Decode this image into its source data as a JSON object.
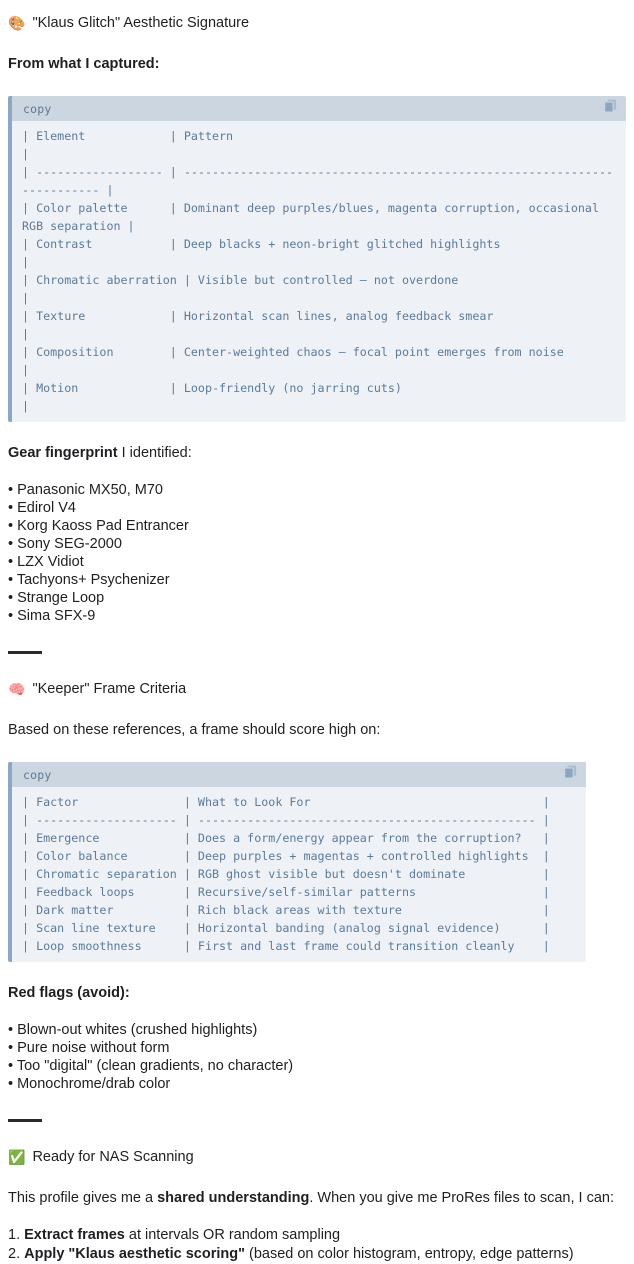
{
  "sections": {
    "aesthetic_signature": {
      "emoji": "🎨",
      "emoji_name": "artist-palette-emoji",
      "title": "\"Klaus Glitch\" Aesthetic Signature",
      "lead": "From what I captured:",
      "code": {
        "copy_label": "copy",
        "copy_icon": "copy-icon",
        "content": "| Element            | Pattern                                                                  |\n| ------------------ | ------------------------------------------------------------------------ |\n| Color palette      | Dominant deep purples/blues, magenta corruption, occasional RGB separation |\n| Contrast           | Deep blacks + neon-bright glitched highlights                             |\n| Chromatic aberration | Visible but controlled — not overdone                                  |\n| Texture            | Horizontal scan lines, analog feedback smear                             |\n| Composition        | Center-weighted chaos — focal point emerges from noise                   |\n| Motion             | Loop-friendly (no jarring cuts)                                          |"
      },
      "gear_label_bold": "Gear fingerprint",
      "gear_label_rest": " I identified:",
      "gear_items": [
        "• Panasonic MX50, M70",
        "• Edirol V4",
        "• Korg Kaoss Pad Entrancer",
        "• Sony SEG-2000",
        "• LZX Vidiot",
        "• Tachyons+ Psychenizer",
        "• Strange Loop",
        "• Sima SFX-9"
      ]
    },
    "keeper_criteria": {
      "emoji": "🧠",
      "emoji_name": "brain-emoji",
      "title": "\"Keeper\" Frame Criteria",
      "lead": "Based on these references, a frame should score high on:",
      "code": {
        "copy_label": "copy",
        "copy_icon": "copy-icon",
        "content": "| Factor               | What to Look For                                 |\n| -------------------- | ------------------------------------------------ |\n| Emergence            | Does a form/energy appear from the corruption?   |\n| Color balance        | Deep purples + magentas + controlled highlights  |\n| Chromatic separation | RGB ghost visible but doesn't dominate           |\n| Feedback loops       | Recursive/self-similar patterns                  |\n| Dark matter          | Rich black areas with texture                    |\n| Scan line texture    | Horizontal banding (analog signal evidence)      |\n| Loop smoothness      | First and last frame could transition cleanly    |"
      },
      "red_flags_title": "Red flags (avoid):",
      "red_flags": [
        "• Blown-out whites (crushed highlights)",
        "• Pure noise without form",
        "• Too \"digital\" (clean gradients, no character)",
        "• Monochrome/drab color"
      ]
    },
    "ready": {
      "emoji": "✅",
      "emoji_name": "check-mark-button-emoji",
      "title": "Ready for NAS Scanning",
      "paragraph_pre": "This profile gives me a ",
      "paragraph_bold": "shared understanding",
      "paragraph_post": ". When you give me ProRes files to scan, I can:",
      "steps": [
        {
          "num": "1. ",
          "bold": "Extract frames",
          "rest": " at intervals OR random sampling"
        },
        {
          "num": "2. ",
          "bold": "Apply \"Klaus aesthetic scoring\"",
          "rest": " (based on color histogram, entropy, edge patterns)"
        }
      ]
    }
  },
  "colors": {
    "page_background": "#ffffff",
    "text": "#1f1f23",
    "code_background": "#eef2f7",
    "code_header_background": "#ccd6e0",
    "code_text": "#5a7a9a",
    "code_left_border": "#8ba7c4",
    "divider": "#2b2b2f"
  }
}
